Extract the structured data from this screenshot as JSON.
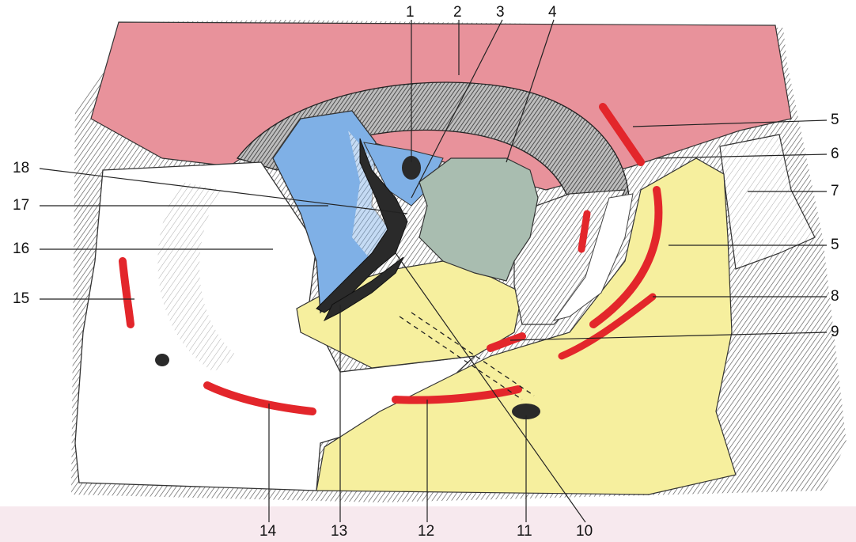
{
  "labels": {
    "l1": "1",
    "l2": "2",
    "l3": "3",
    "l4": "4",
    "l5a": "5",
    "l5b": "5",
    "l6": "6",
    "l7": "7",
    "l8": "8",
    "l9": "9",
    "l10": "10",
    "l11": "11",
    "l12": "12",
    "l13": "13",
    "l14": "14",
    "l15": "15",
    "l16": "16",
    "l17": "17",
    "l18": "18"
  },
  "colors": {
    "pink": "#e8929b",
    "blue": "#7fb0e6",
    "green": "#a9bdb0",
    "yellow": "#f6ef9e",
    "red": "#e3262b",
    "dark": "#2a2a2a"
  }
}
